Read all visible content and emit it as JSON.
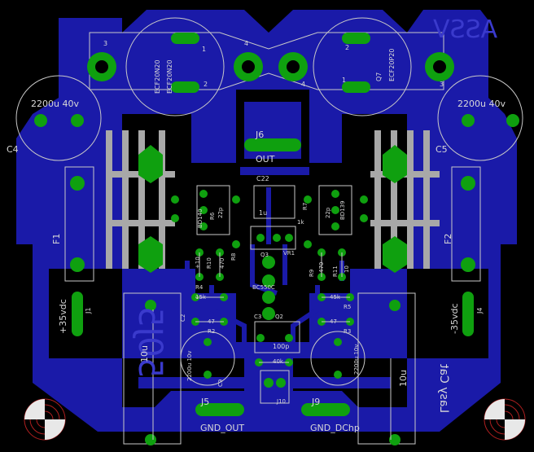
{
  "colors": {
    "background": "#000000",
    "copper": "#1a1aa8",
    "copper_light": "#2a2ac0",
    "pad": "#0fa00f",
    "silk": "#c8c8c8",
    "text_blue": "#3a3acc"
  },
  "board": {
    "brand_text": "ASSV",
    "board_number_text": "50J5",
    "designer_text": "Lasy Cat"
  },
  "labels": {
    "q_left_part": "ECF20N20",
    "q_left_part2": "ECF20N20",
    "q_right_part": "ECF20P20",
    "q7": "Q7",
    "cap_left": "2200u 40v",
    "cap_right": "2200u 40v",
    "c4": "C4",
    "c5": "C5",
    "j6": "J6",
    "out": "OUT",
    "c22": "C22",
    "c22_val": "1u",
    "f1": "F1",
    "f2": "F2",
    "j1": "J1",
    "j4": "J4",
    "plus35": "+35vdc",
    "minus35": "-35vdc",
    "bd140": "BD140",
    "bd139": "BD139",
    "r6": "R6",
    "p22_left": "22p",
    "p22_right": "22p",
    "one_k": "1k",
    "r7": "R7",
    "vr1": "VR1",
    "r10_left": "+10",
    "r10": "R10",
    "r470_left": "470",
    "r8": "R8",
    "q3": "Q3",
    "bc550c": "BC550C",
    "r9": "R9",
    "r470_right": "470",
    "r11": "R11",
    "r10_right": "10",
    "r4": "R4",
    "k15": "15k",
    "k45": "45k",
    "r5": "R5",
    "c3": "C3",
    "q2": "Q2",
    "c2": "C2",
    "r2": "R2",
    "r47_left": "47",
    "r47_right": "47",
    "r3": "R3",
    "cap_10v_left": "2200u 10v",
    "cap_10v_right": "2200u 10v",
    "c9": "C9",
    "c100p": "100p",
    "k40": "40k",
    "j10": "J10",
    "u10_left": "10u",
    "u10_right": "10u",
    "j5": "J5",
    "gnd_out": "GND_OUT",
    "j9": "J9",
    "gnd_dc": "GND_DChp",
    "pin1_l": "1",
    "pin2_l": "2",
    "pin3_l": "3",
    "pin4_l": "4",
    "pin1_r": "1",
    "pin2_r": "2",
    "pin3_r": "3",
    "pin4_r": "4"
  }
}
